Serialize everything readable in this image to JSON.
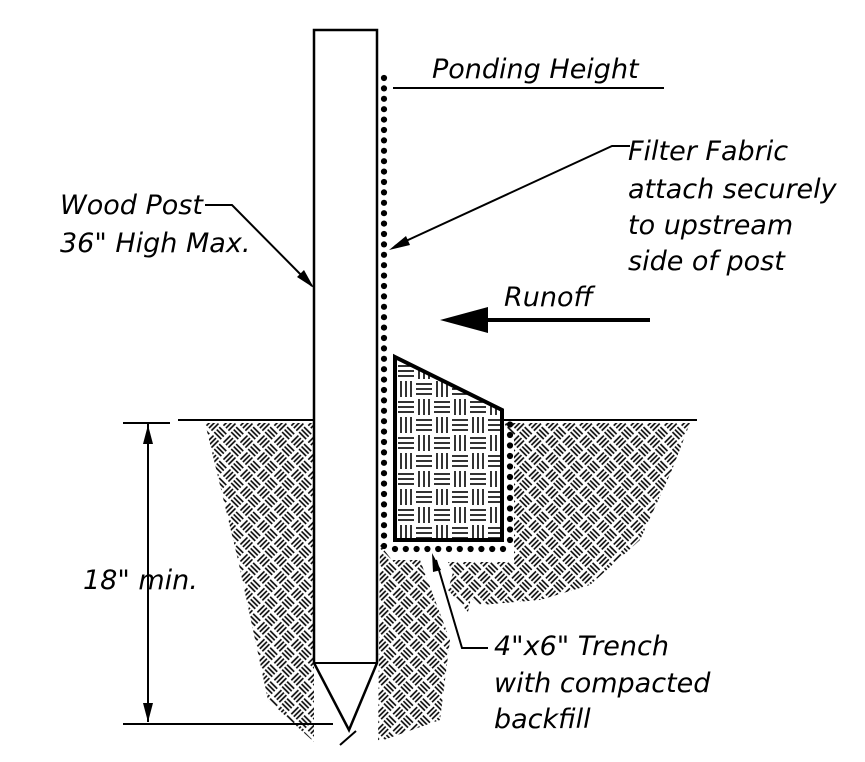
{
  "colors": {
    "ink": "#000000",
    "background": "#ffffff"
  },
  "labels": {
    "ponding_height": "Ponding Height",
    "filter_fabric": [
      "Filter Fabric",
      "attach securely",
      "to upstream",
      "side of post"
    ],
    "wood_post": [
      "Wood Post",
      "36\" High Max."
    ],
    "runoff": "Runoff",
    "depth": "18\" min.",
    "trench": [
      "4\"x6\" Trench",
      "with compacted",
      "backfill"
    ]
  }
}
